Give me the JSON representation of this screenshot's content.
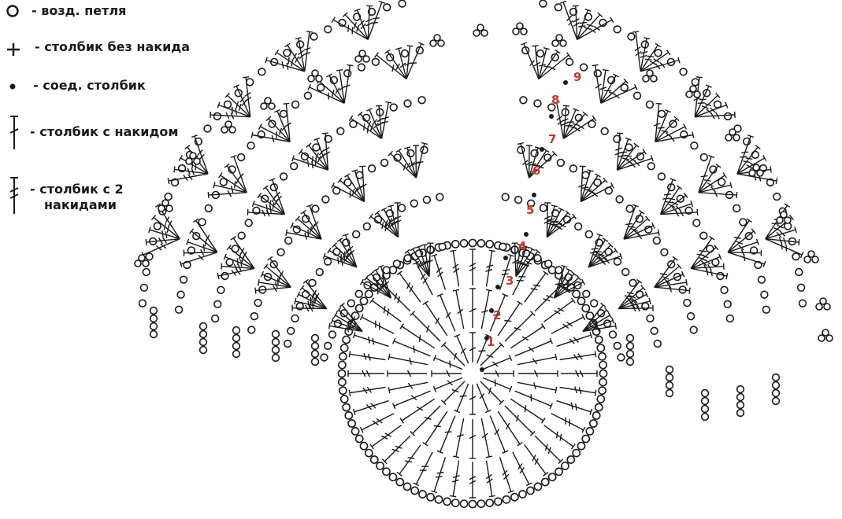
{
  "legend": [
    {
      "symbol": "chain-stitch",
      "label": "- возд. петля"
    },
    {
      "symbol": "single-crochet",
      "label": "- столбик без накида"
    },
    {
      "symbol": "slip-stitch",
      "label": "- соед. столбик"
    },
    {
      "symbol": "double-crochet",
      "label": "- столбик с накидом"
    },
    {
      "symbol": "treble-crochet",
      "label": "- столбик с 2",
      "label2": "накидами"
    }
  ],
  "row_numbers": [
    "1",
    "2",
    "3",
    "4",
    "5",
    "6",
    "7",
    "8",
    "9"
  ],
  "colors": {
    "ink": "#1a1a1a",
    "row_number": "#c0392b",
    "background": "#ffffff"
  }
}
